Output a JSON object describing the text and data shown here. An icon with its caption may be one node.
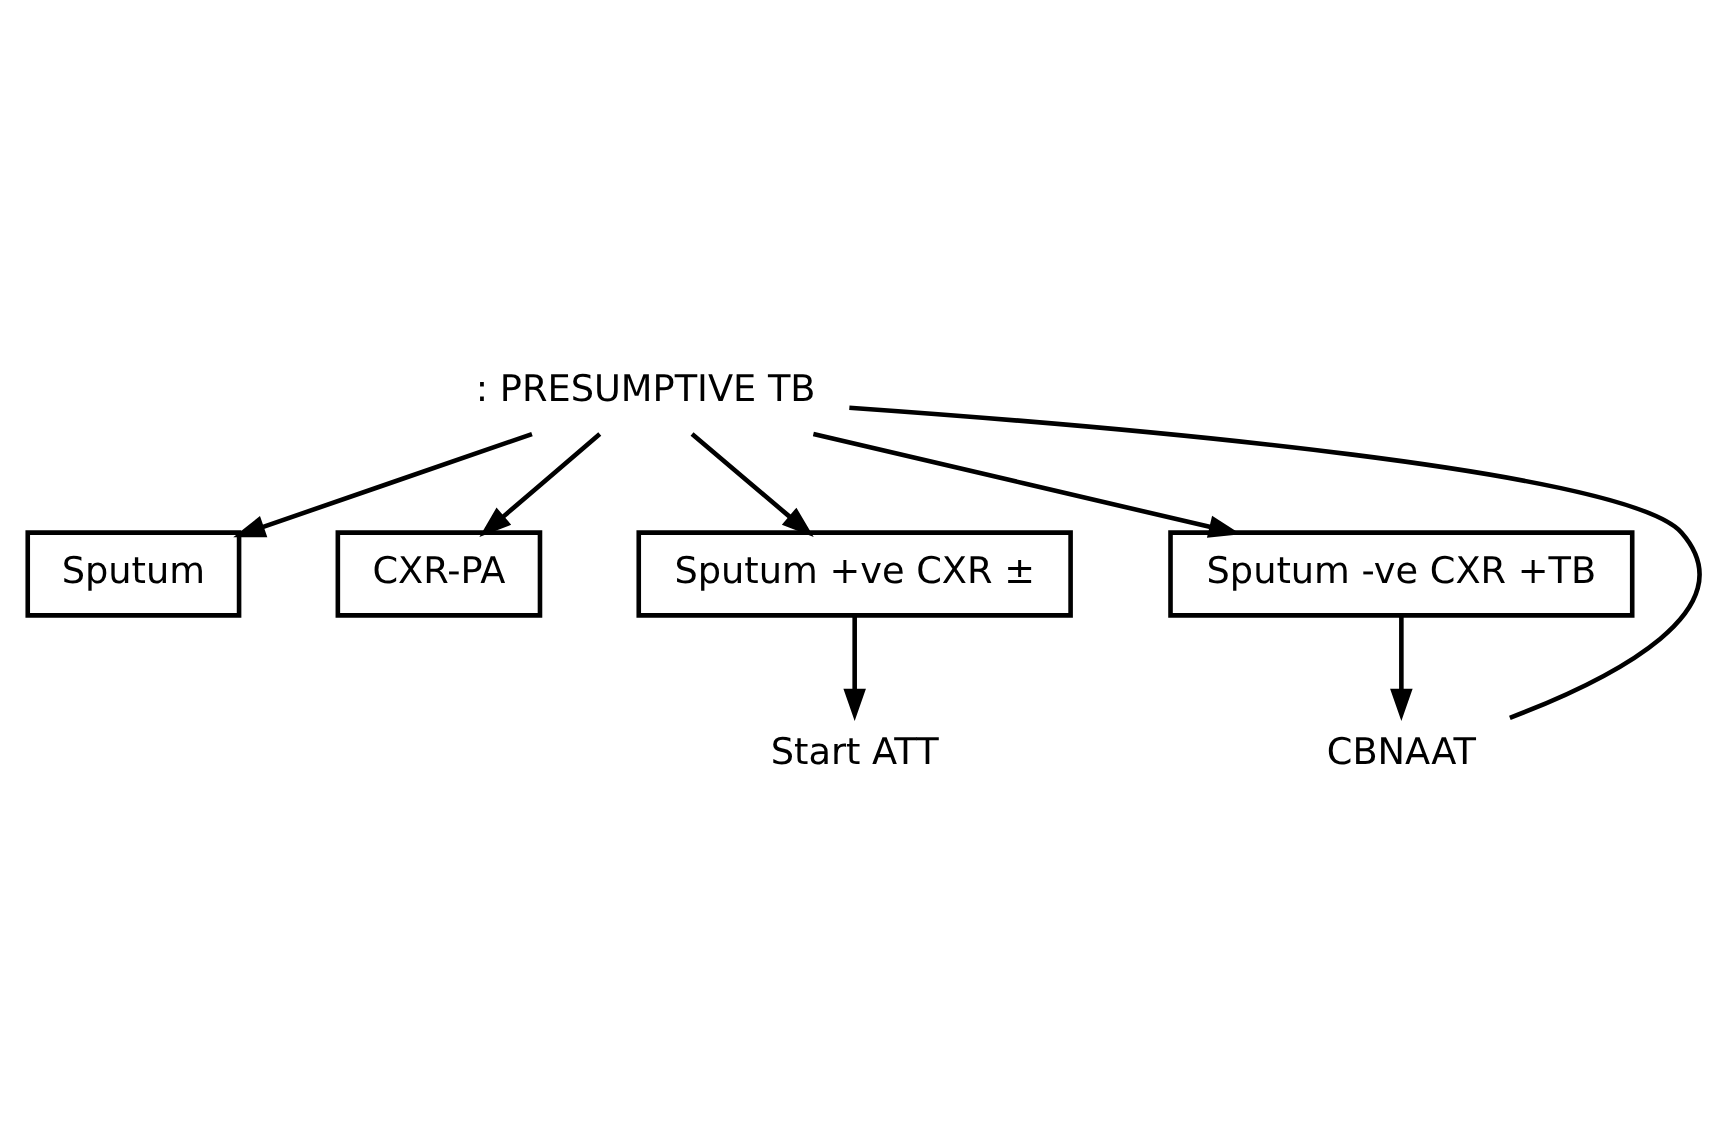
{
  "diagram": {
    "nodes": [
      {
        "text": [
          ": PRESUMPTIVE TB"
        ]
      },
      {
        "text": [
          "Sputum"
        ]
      },
      {
        "text": [
          "CXR-PA"
        ]
      },
      {
        "text": [
          "Sputum +ve CXR ±"
        ]
      },
      {
        "text": [
          "Sputum -ve CXR +TB"
        ]
      },
      {
        "text": [
          "Start ATT"
        ]
      },
      {
        "text": [
          "CBNAAT"
        ]
      }
    ],
    "edges": [
      {
        "from": 0,
        "to": 1,
        "arrow": "to"
      },
      {
        "from": 0,
        "to": 3,
        "arrow": "to"
      },
      {
        "from": 0,
        "to": 4,
        "arrow": "to"
      },
      {
        "from": 0,
        "to": 2,
        "arrow": "to"
      },
      {
        "from": 3,
        "to": 5,
        "arrow": "to"
      },
      {
        "from": 4,
        "to": 6,
        "arrow": "to"
      },
      {
        "from": 6,
        "to": 0,
        "arrow": "none"
      }
    ]
  }
}
